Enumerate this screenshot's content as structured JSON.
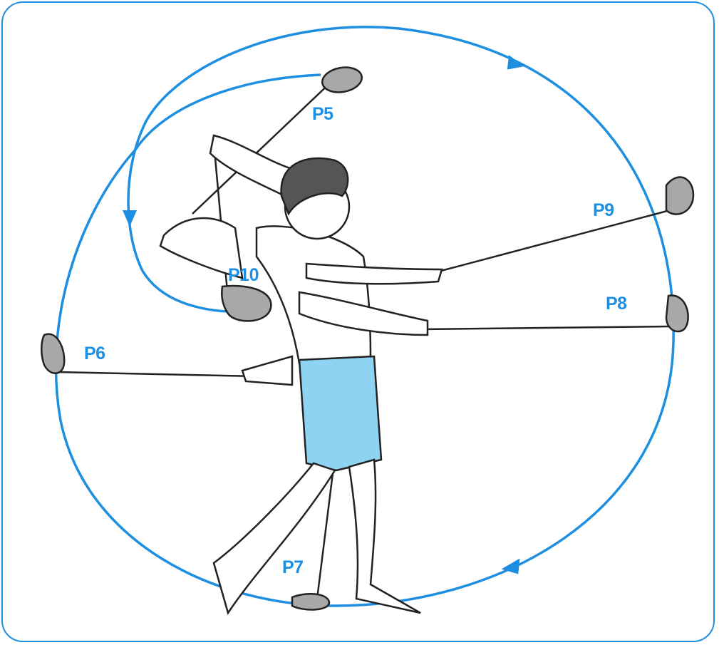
{
  "labels": {
    "p5": "P5",
    "p6": "P6",
    "p7": "P7",
    "p8": "P8",
    "p9": "P9",
    "p10": "P10"
  },
  "colors": {
    "accent": "#1e8fe0",
    "club_head": "#a8a8a8",
    "shorts": "#8fd3f2",
    "outline": "#222222"
  }
}
